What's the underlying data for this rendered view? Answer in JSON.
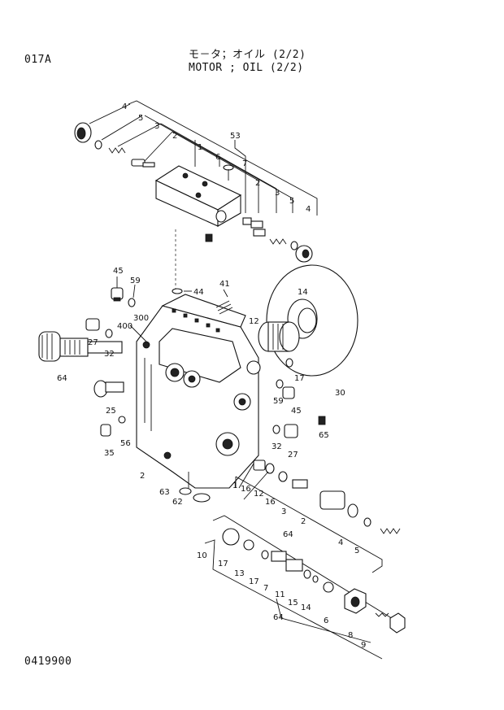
{
  "header": {
    "page_code": "017A",
    "title_jp": "モ－タ；オイル (2/2)",
    "title_en": "MOTOR ; OIL (2/2)"
  },
  "footer": {
    "doc_number": "0419900"
  },
  "callouts": {
    "top_group": [
      "4",
      "5",
      "3",
      "2",
      "1",
      "6",
      "53",
      "7",
      "2",
      "3",
      "5",
      "4"
    ],
    "body_left": [
      "45",
      "59",
      "44",
      "41",
      "300",
      "400",
      "27",
      "32",
      "64",
      "25",
      "35",
      "56",
      "2",
      "63",
      "62"
    ],
    "body_right": [
      "14",
      "12",
      "30",
      "17",
      "59",
      "45",
      "65",
      "32",
      "27"
    ],
    "middle_chain": [
      "1",
      "16",
      "12",
      "16",
      "3",
      "2",
      "64",
      "4",
      "5"
    ],
    "lower_chain": [
      "10",
      "17",
      "13",
      "17",
      "7",
      "11",
      "15",
      "14",
      "64",
      "6",
      "8",
      "9"
    ]
  }
}
